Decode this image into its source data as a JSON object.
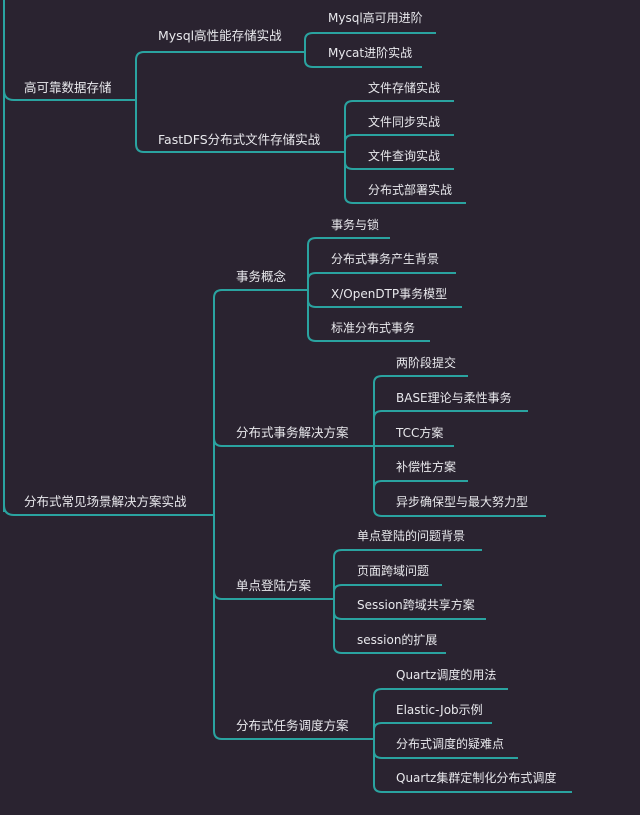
{
  "mindmap": {
    "colors": {
      "background": "#2a2330",
      "line": "#2aa3a0",
      "text": "#e8e8ec"
    },
    "branches": [
      {
        "label": "高可靠数据存储",
        "children": [
          {
            "label": "Mysql高性能存储实战",
            "children": [
              "Mysql高可用进阶",
              "Mycat进阶实战"
            ]
          },
          {
            "label": "FastDFS分布式文件存储实战",
            "children": [
              "文件存储实战",
              "文件同步实战",
              "文件查询实战",
              "分布式部署实战"
            ]
          }
        ]
      },
      {
        "label": "分布式常见场景解决方案实战",
        "children": [
          {
            "label": "事务概念",
            "children": [
              "事务与锁",
              "分布式事务产生背景",
              "X/OpenDTP事务模型",
              "标准分布式事务"
            ]
          },
          {
            "label": "分布式事务解决方案",
            "children": [
              "两阶段提交",
              "BASE理论与柔性事务",
              "TCC方案",
              "补偿性方案",
              "异步确保型与最大努力型"
            ]
          },
          {
            "label": "单点登陆方案",
            "children": [
              "单点登陆的问题背景",
              "页面跨域问题",
              "Session跨域共享方案",
              "session的扩展"
            ]
          },
          {
            "label": "分布式任务调度方案",
            "children": [
              "Quartz调度的用法",
              "Elastic-Job示例",
              "分布式调度的疑难点",
              "Quartz集群定制化分布式调度"
            ]
          }
        ]
      }
    ]
  }
}
